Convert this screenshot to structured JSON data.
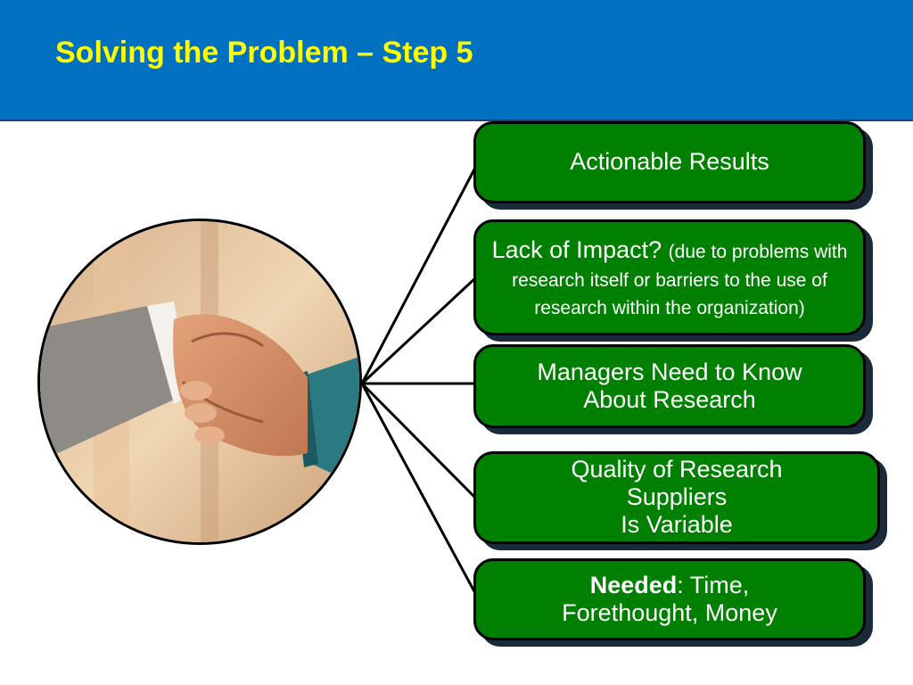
{
  "slide": {
    "title": "Solving the Problem – Step 5"
  },
  "colors": {
    "header_bg": "#0070c0",
    "title_text": "#ffff00",
    "box_fill": "#008000",
    "box_text": "#ffffff"
  },
  "image": {
    "icon": "handshake-photo"
  },
  "boxes": [
    {
      "text": "Actionable Results"
    },
    {
      "main": "Lack of Impact? ",
      "detail": "(due to problems with research itself or barriers to the use of research within the organization)"
    },
    {
      "line1": "Managers Need to Know",
      "line2": "About Research"
    },
    {
      "line1": "Quality of Research",
      "line2": "Suppliers",
      "line3": "Is Variable"
    },
    {
      "bold": "Needed",
      "rest": ": Time,",
      "line2": "Forethought, Money"
    }
  ]
}
